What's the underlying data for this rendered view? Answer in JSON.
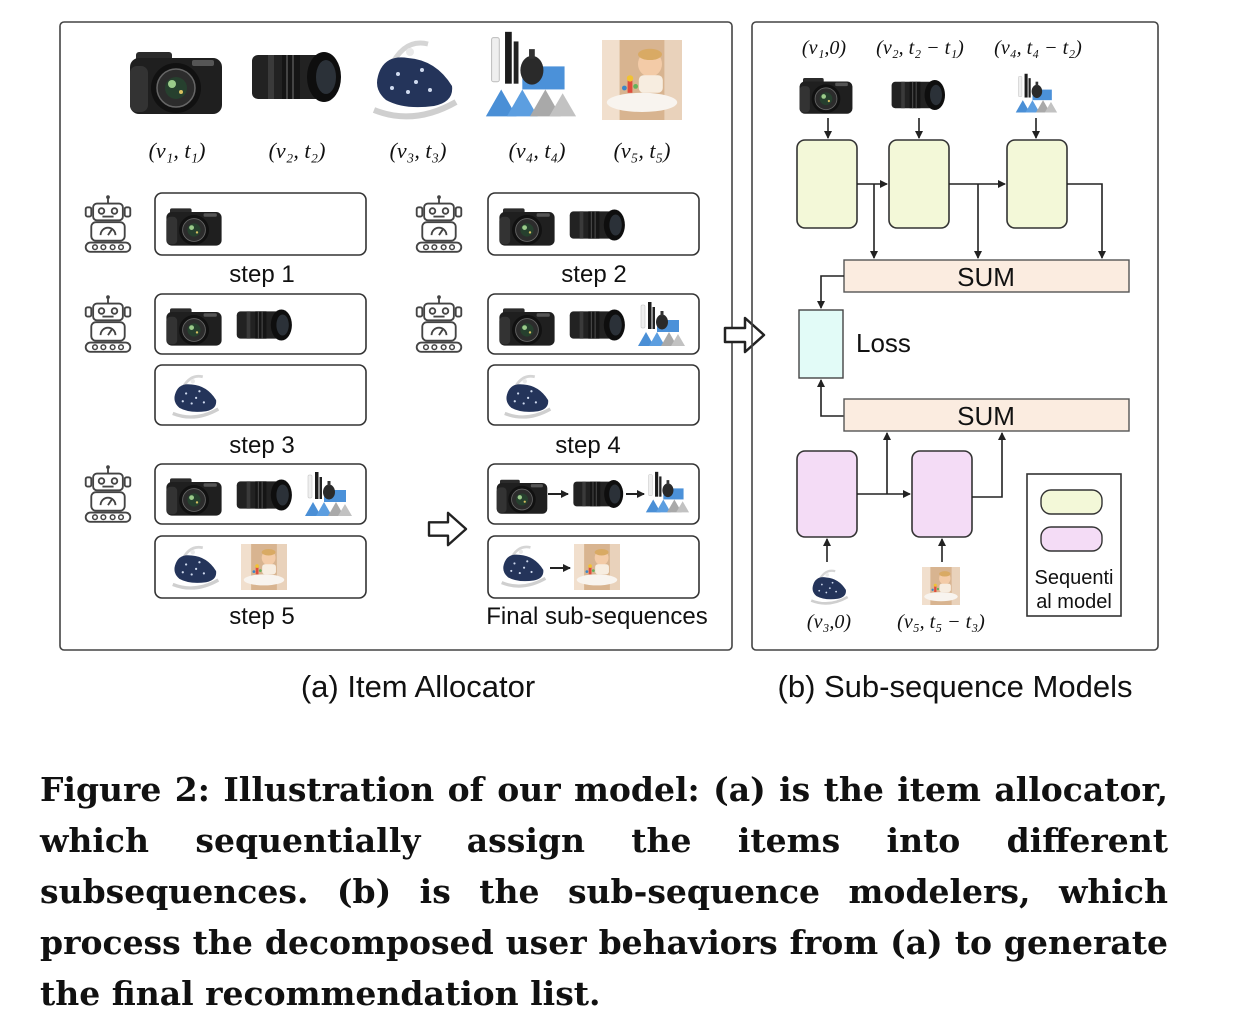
{
  "panel_a": {
    "title": "(a) Item Allocator",
    "items": [
      {
        "label": "(v₁, t₁)",
        "icon": "camera-icon"
      },
      {
        "label": "(v₂, t₂)",
        "icon": "lens-icon"
      },
      {
        "label": "(v₃, t₃)",
        "icon": "baby-rocker-icon"
      },
      {
        "label": "(v₄, t₄)",
        "icon": "cleaning-kit-icon"
      },
      {
        "label": "(v₅, t₅)",
        "icon": "baby-chair-photo-icon"
      }
    ],
    "steps": [
      "step 1",
      "step 2",
      "step 3",
      "step 4",
      "step 5"
    ],
    "final_label": "Final sub-sequences"
  },
  "panel_b": {
    "title": "(b) Sub-sequence Models",
    "top_inputs": [
      "(v₁,0)",
      "(v₂, t₂ − t₁)",
      "(v₄, t₄ − t₂)"
    ],
    "bottom_inputs": [
      "(v₃,0)",
      "(v₅, t₅ − t₃)"
    ],
    "sum_label": "SUM",
    "loss_label": "Loss",
    "legend_label_line1": "Sequenti",
    "legend_label_line2": "al model"
  },
  "colors": {
    "seq_model_a": "#f3f8d8",
    "seq_model_b": "#f4dcf6",
    "sum_box": "#fbece0",
    "loss_box": "#e2fbf7",
    "lens_blue": "#5aa0e0"
  },
  "caption": "Figure 2: Illustration of our model: (a) is the item allocator, which sequentially assign the items into different subsequences. (b) is the sub-sequence modelers, which process the decomposed user behaviors from (a) to generate the final recommendation list."
}
